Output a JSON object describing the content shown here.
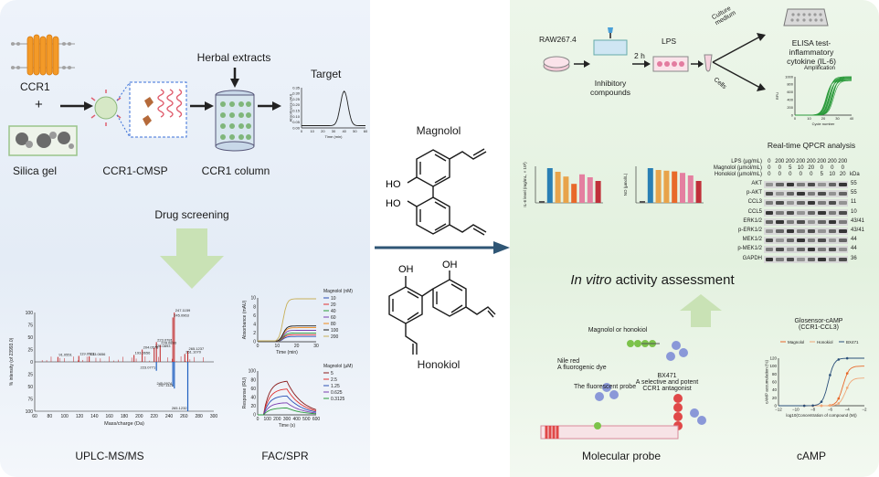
{
  "left": {
    "ccr1": "CCR1",
    "plus": "+",
    "silica_gel": "Silica gel",
    "ccr1_cmsp": "CCR1-CMSP",
    "ccr1_column": "CCR1 column",
    "herbal_extracts": "Herbal extracts",
    "target": "Target",
    "target_chart": {
      "ylabel": "Absorbance (AU)",
      "xlabel": "Time (min)",
      "yticks": [
        "0.35",
        "0.30",
        "0.25",
        "0.20",
        "0.15",
        "0.10",
        "0.05",
        "0.00"
      ],
      "xticks": [
        "0",
        "10",
        "20",
        "30",
        "40",
        "50",
        "60"
      ]
    },
    "drug_screening": "Drug screening",
    "uplc_label": "UPLC-MS/MS",
    "fac_label": "FAC/SPR",
    "ms_chart": {
      "ylabel": "% intensity (of 23993.0)",
      "xlabel": "Mass/charge (Da)",
      "yticks": [
        "100",
        "75",
        "50",
        "25",
        "0",
        "25",
        "50",
        "75",
        "100"
      ],
      "xticks": [
        "60",
        "80",
        "100",
        "120",
        "140",
        "160",
        "180",
        "200",
        "220",
        "240",
        "260",
        "280",
        "300"
      ],
      "peaks_top": [
        "247.1159",
        "245.0963",
        "223.0781",
        "228.0893",
        "204.0578",
        "193.0656",
        "220.0893",
        "265.1237",
        "261.1070",
        "91.0551",
        "119.0501",
        "133.0656"
      ],
      "peaks_bottom": [
        "223.0771",
        "245.0974",
        "247.1121",
        "265.1232"
      ]
    },
    "abs_chart": {
      "ylabel": "Absorbance (mAU)",
      "xlabel": "Time (min)",
      "legend_title": "Magnolol (nM)",
      "xticks": [
        "0",
        "10",
        "20",
        "30"
      ],
      "yticks": [
        "10",
        "8",
        "6",
        "4",
        "2",
        "0"
      ],
      "series": [
        {
          "name": "10",
          "color": "#2a4fb4"
        },
        {
          "name": "20",
          "color": "#e03030"
        },
        {
          "name": "40",
          "color": "#2a9a3a"
        },
        {
          "name": "60",
          "color": "#7a3fb0"
        },
        {
          "name": "80",
          "color": "#f08a1c"
        },
        {
          "name": "100",
          "color": "#1a1a1a"
        },
        {
          "name": "200",
          "color": "#c8b05a"
        }
      ]
    },
    "resp_chart": {
      "ylabel": "Response (RU)",
      "xlabel": "Time (s)",
      "legend_title": "Magnolol (µM)",
      "xticks": [
        "0",
        "100",
        "200",
        "300",
        "400",
        "500",
        "600"
      ],
      "yticks": [
        "100",
        "80",
        "60",
        "40",
        "20",
        "0"
      ],
      "series": [
        {
          "name": "5",
          "color": "#8a1a1a"
        },
        {
          "name": "2.5",
          "color": "#e03030"
        },
        {
          "name": "1.25",
          "color": "#2a4fb4"
        },
        {
          "name": "0.625",
          "color": "#7a3fb0"
        },
        {
          "name": "0.3125",
          "color": "#2a9a3a"
        }
      ]
    }
  },
  "middle": {
    "magnolol": "Magnolol",
    "honokiol": "Honokiol",
    "ho": "HO",
    "oh": "OH"
  },
  "right": {
    "raw": "RAW267.4",
    "lps": "LPS",
    "two_h": "2 h",
    "inhibitory_compounds": "Inhibitory\ncompounds",
    "culture_medium": "Culture\nmedium",
    "cells": "Cells",
    "elisa": "ELISA test-inflammatory\ncytokine (IL-6)",
    "amplification": "Amplification",
    "qpcr_title": "Real-time QPCR analysis",
    "qpcr_chart": {
      "ylabel": "Relative fluorescence\nunits (RFU)",
      "xlabel": "Cycle number",
      "yticks": [
        "1000",
        "900",
        "800",
        "700",
        "600",
        "500",
        "400",
        "300",
        "200",
        "100",
        "0"
      ],
      "xticks": [
        "0",
        "10",
        "20",
        "30",
        "40"
      ]
    },
    "il6_ylabel": "IL-6 level (mg/mL, × 10³)",
    "no_ylabel": "NO (µmol/L)",
    "in_vitro": "In vitro",
    "activity_assessment": " activity assessment",
    "wb_rows": [
      "LPS (µg/mL)",
      "Magnolol (µmol/mL)",
      "Honokiol (µmol/mL)"
    ],
    "wb_values": [
      [
        "0",
        "200",
        "200",
        "200",
        "200",
        "200",
        "200",
        "200"
      ],
      [
        "0",
        "0",
        "5",
        "10",
        "20",
        "0",
        "0",
        "0"
      ],
      [
        "0",
        "0",
        "0",
        "0",
        "0",
        "5",
        "10",
        "20"
      ]
    ],
    "kda": "kDa",
    "wb_bands": [
      {
        "name": "AKT",
        "kda": "55"
      },
      {
        "name": "p-AKT",
        "kda": "55"
      },
      {
        "name": "CCL3",
        "kda": "11"
      },
      {
        "name": "CCL5",
        "kda": "10"
      },
      {
        "name": "ERK1/2",
        "kda": "43/41"
      },
      {
        "name": "p-ERK1/2",
        "kda": "43/41"
      },
      {
        "name": "MEK1/2",
        "kda": "44"
      },
      {
        "name": "p-MEK1/2",
        "kda": "44"
      },
      {
        "name": "GAPDH",
        "kda": "36"
      }
    ],
    "probe_title": "Magnolol or honokiol",
    "nile_red": "Nile red\nA fluorogenic dye",
    "fluorescent_probe": "The fluorescent probe",
    "bx471": "BX471\nA selective and potent\nCCR1 antagonist",
    "molecular_probe": "Molecular probe",
    "camp_title": "Glosensor-cAMP\n(CCR1-CCL3)",
    "camp_label": "cAMP",
    "camp_chart": {
      "ylabel": "cAMP accumulation (%)",
      "xlabel": "log10(Concentration of compound (M))",
      "xticks": [
        "−12",
        "−10",
        "−8",
        "−6",
        "−4",
        "−2"
      ],
      "yticks": [
        "120",
        "100",
        "80",
        "60",
        "40",
        "20",
        "0"
      ],
      "legend": [
        {
          "name": "Magnolol",
          "color": "#e8692a"
        },
        {
          "name": "Honokiol",
          "color": "#f0a878"
        },
        {
          "name": "BX471",
          "color": "#2a4f7a"
        }
      ]
    }
  }
}
